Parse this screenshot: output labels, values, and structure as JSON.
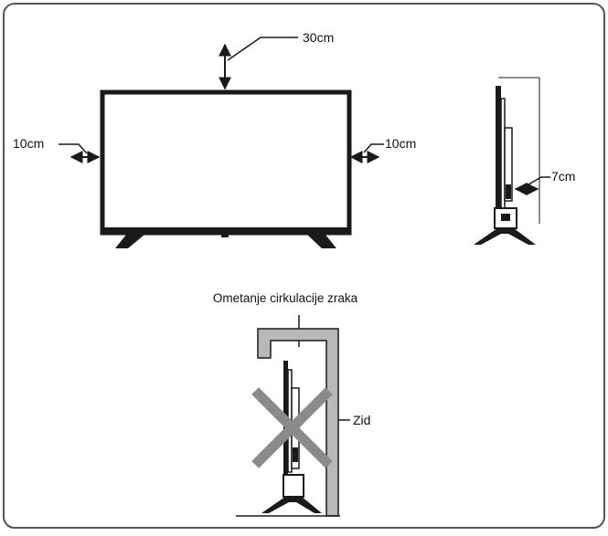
{
  "front_view": {
    "top_clearance": "30cm",
    "left_clearance": "10cm",
    "right_clearance": "10cm"
  },
  "side_view": {
    "back_clearance": "7cm"
  },
  "enclosure_view": {
    "title": "Ometanje cirkulacije zraka",
    "wall_label": "Zid"
  },
  "colors": {
    "line": "#1a1a1a",
    "wall_fill": "#b8b8b8",
    "cross": "#8a8a8a",
    "frame": "#555555"
  }
}
